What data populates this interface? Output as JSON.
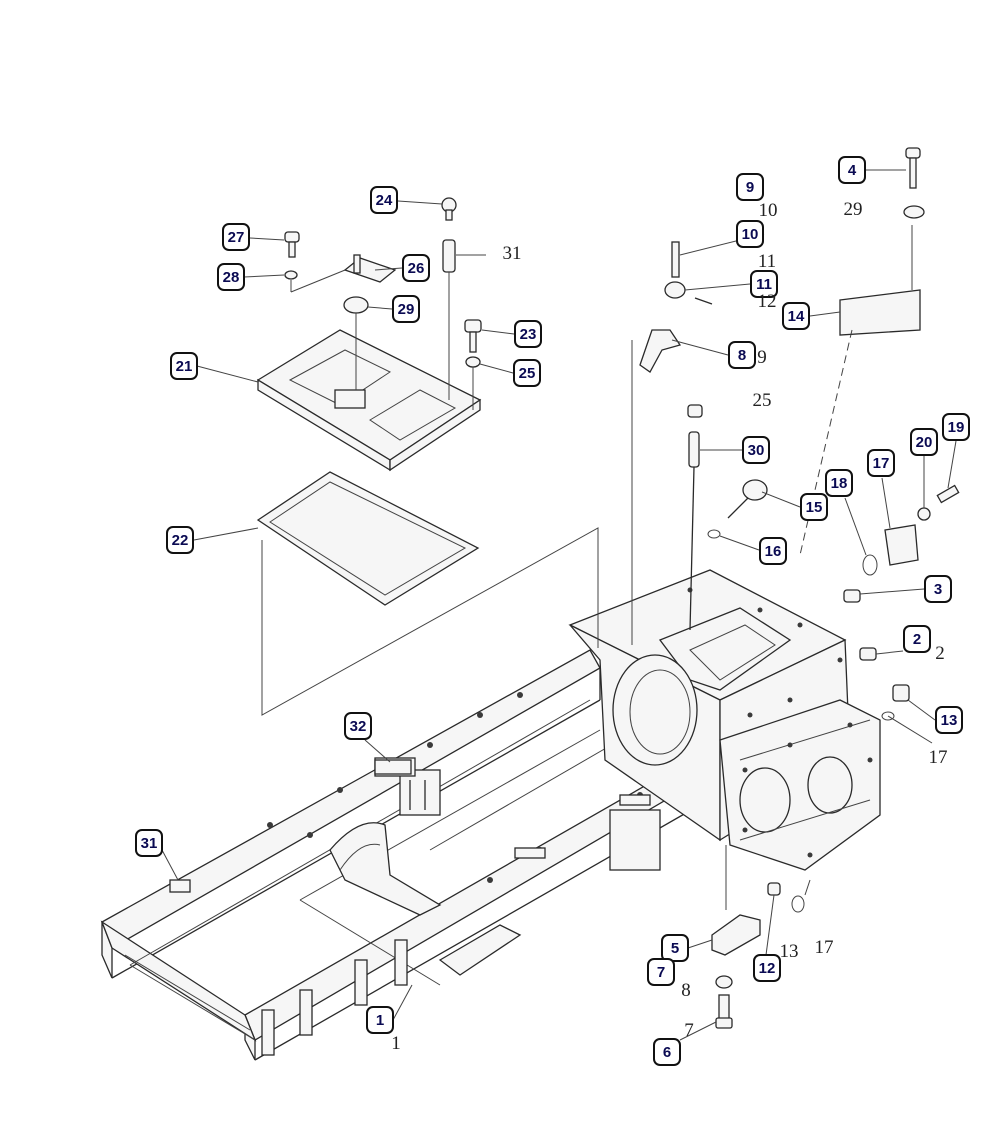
{
  "diagram": {
    "callouts": [
      {
        "id": "c4",
        "label": "4"
      },
      {
        "id": "c9",
        "label": "9"
      },
      {
        "id": "c10",
        "label": "10"
      },
      {
        "id": "c11",
        "label": "11"
      },
      {
        "id": "c14",
        "label": "14"
      },
      {
        "id": "c8",
        "label": "8"
      },
      {
        "id": "c24",
        "label": "24"
      },
      {
        "id": "c27",
        "label": "27"
      },
      {
        "id": "c26",
        "label": "26"
      },
      {
        "id": "c28",
        "label": "28"
      },
      {
        "id": "c29",
        "label": "29"
      },
      {
        "id": "c23",
        "label": "23"
      },
      {
        "id": "c21",
        "label": "21"
      },
      {
        "id": "c25",
        "label": "25"
      },
      {
        "id": "c30",
        "label": "30"
      },
      {
        "id": "c18",
        "label": "18"
      },
      {
        "id": "c17a",
        "label": "17"
      },
      {
        "id": "c20",
        "label": "20"
      },
      {
        "id": "c19",
        "label": "19"
      },
      {
        "id": "c15",
        "label": "15"
      },
      {
        "id": "c22",
        "label": "22"
      },
      {
        "id": "c16",
        "label": "16"
      },
      {
        "id": "c3",
        "label": "3"
      },
      {
        "id": "c2",
        "label": "2"
      },
      {
        "id": "c13",
        "label": "13"
      },
      {
        "id": "c32",
        "label": "32"
      },
      {
        "id": "c31",
        "label": "31"
      },
      {
        "id": "c5",
        "label": "5"
      },
      {
        "id": "c7",
        "label": "7"
      },
      {
        "id": "c12",
        "label": "12"
      },
      {
        "id": "c1",
        "label": "1"
      },
      {
        "id": "c6",
        "label": "6"
      }
    ],
    "plain_labels": [
      {
        "id": "p29",
        "label": "29"
      },
      {
        "id": "p10",
        "label": "10"
      },
      {
        "id": "p31",
        "label": "31"
      },
      {
        "id": "p11",
        "label": "11"
      },
      {
        "id": "p12",
        "label": "12"
      },
      {
        "id": "p9",
        "label": "9"
      },
      {
        "id": "p25",
        "label": "25"
      },
      {
        "id": "p2",
        "label": "2"
      },
      {
        "id": "p17a",
        "label": "17"
      },
      {
        "id": "p13",
        "label": "13"
      },
      {
        "id": "p17b",
        "label": "17"
      },
      {
        "id": "p8",
        "label": "8"
      },
      {
        "id": "p7",
        "label": "7"
      },
      {
        "id": "p1",
        "label": "1"
      }
    ]
  }
}
